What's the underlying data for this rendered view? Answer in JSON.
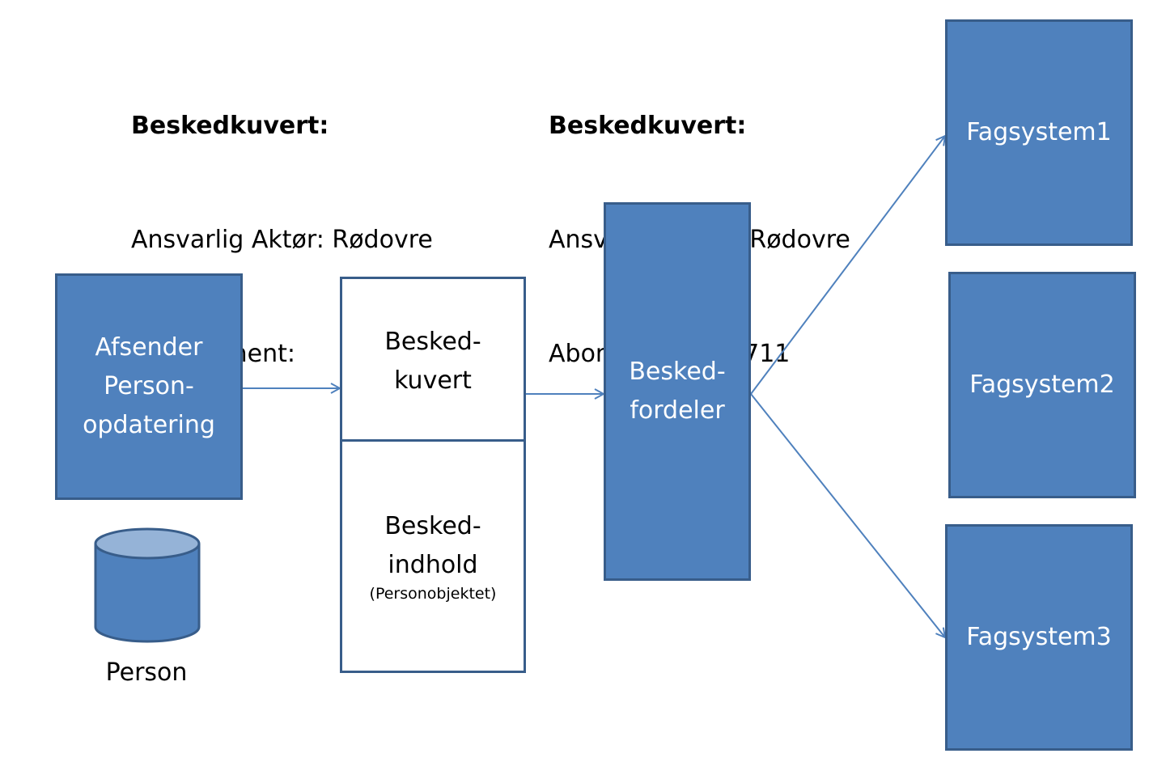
{
  "envelope_info_left": {
    "heading": "Beskedkuvert:",
    "line1": "Ansvarlig Aktør: Rødovre",
    "line2": "Abonnement:"
  },
  "envelope_info_right": {
    "heading": "Beskedkuvert:",
    "line1": "Ansvarlig Aktør: Rødovre",
    "line2": "Abonnement:  4711"
  },
  "sender": {
    "line1": "Afsender",
    "line2": "Person-",
    "line3": "opdatering"
  },
  "person_db": {
    "label": "Person"
  },
  "message": {
    "envelope_line1": "Besked-",
    "envelope_line2": "kuvert",
    "content_line1": "Besked-",
    "content_line2": "indhold",
    "content_note": "(Personobjektet)"
  },
  "distributor": {
    "line1": "Besked-",
    "line2": "fordeler"
  },
  "targets": [
    {
      "label": "Fagsystem1"
    },
    {
      "label": "Fagsystem2"
    },
    {
      "label": "Fagsystem3"
    }
  ],
  "colors": {
    "box_fill": "#4f81bd",
    "box_border": "#385d8a",
    "arrow": "#4f81bd"
  }
}
